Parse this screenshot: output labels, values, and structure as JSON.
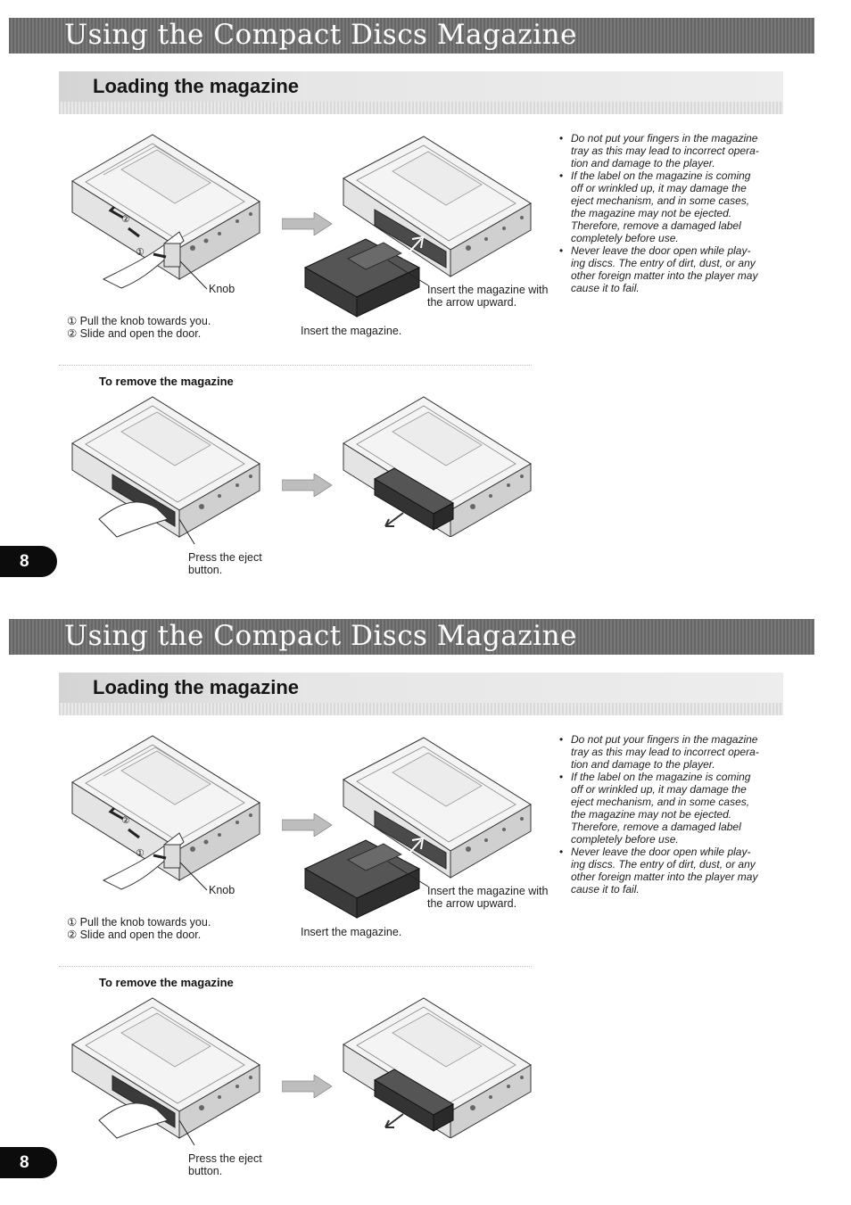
{
  "pages": [
    {
      "banner_title": "Using the Compact Discs Magazine",
      "section_title": "Loading the magazine",
      "figures": {
        "knob_label": "Knob",
        "step1_marker": "①",
        "step2_marker": "②",
        "insert_arrow_caption": "Insert the magazine with\nthe arrow upward.",
        "steps": [
          "① Pull the knob towards you.",
          "② Slide and open the door."
        ],
        "insert_caption": "Insert the magazine."
      },
      "notes": [
        "Do not put your fingers in the magazine\ntray as this may lead to incorrect opera-\ntion and damage to the player.",
        "If the label on the magazine is coming\noff or wrinkled up, it may damage the\neject mechanism, and in some cases,\nthe magazine may not be ejected.\nTherefore, remove a damaged label\ncompletely before use.",
        "Never leave the door open while play-\ning discs. The entry of dirt, dust, or any\nother foreign matter into the player may\ncause it to fail."
      ],
      "remove_heading": "To remove the magazine",
      "eject_caption": "Press the eject\nbutton.",
      "page_number": "8"
    },
    {
      "banner_title": "Using the Compact Discs Magazine",
      "section_title": "Loading the magazine",
      "figures": {
        "knob_label": "Knob",
        "step1_marker": "①",
        "step2_marker": "②",
        "insert_arrow_caption": "Insert the magazine with\nthe arrow upward.",
        "steps": [
          "① Pull the knob towards you.",
          "② Slide and open the door."
        ],
        "insert_caption": "Insert the magazine."
      },
      "notes": [
        "Do not put your fingers in the magazine\ntray as this may lead to incorrect opera-\ntion and damage to the player.",
        "If the label on the magazine is coming\noff or wrinkled up, it may damage the\neject mechanism, and in some cases,\nthe magazine may not be ejected.\nTherefore, remove a damaged label\ncompletely before use.",
        "Never leave the door open while play-\ning discs. The entry of dirt, dust, or any\nother foreign matter into the player may\ncause it to fail."
      ],
      "remove_heading": "To remove the magazine",
      "eject_caption": "Press the eject\nbutton.",
      "page_number": "8"
    }
  ],
  "colors": {
    "banner_bg": "#a8a8a8",
    "banner_text": "#ffffff",
    "section_bar": "#e2e2e2",
    "page_tab": "#0c0c0c",
    "magazine_dark": "#3a3a3a"
  },
  "icons": [
    "player-unit-icon",
    "magazine-cartridge-icon",
    "hand-icon",
    "direction-arrow-icon"
  ]
}
